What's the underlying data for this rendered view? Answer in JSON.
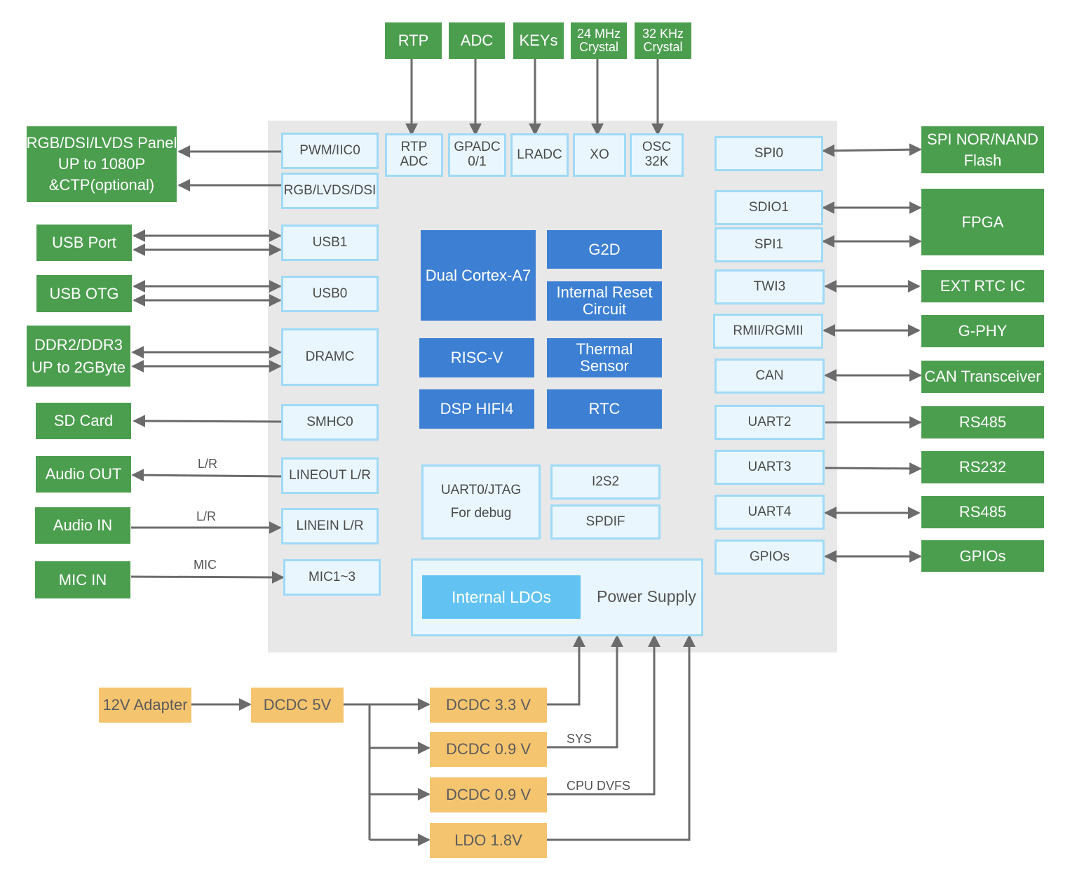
{
  "colors": {
    "peripheral_green": "#4c9e4f",
    "interface_fill": "#eaf6fd",
    "interface_border": "#9fdaf6",
    "core_blue": "#3d80d3",
    "ldo_blue": "#62c3f2",
    "power_orange": "#f5c46f",
    "soc_background": "#e8e8e8",
    "arrow_gray": "#6b6b6b"
  },
  "top_inputs": [
    {
      "l1": "RTP",
      "l2": ""
    },
    {
      "l1": "ADC",
      "l2": ""
    },
    {
      "l1": "KEYs",
      "l2": ""
    },
    {
      "l1": "24 MHz",
      "l2": "Crystal"
    },
    {
      "l1": "32 KHz",
      "l2": "Crystal"
    }
  ],
  "top_interfaces": [
    {
      "l1": "RTP",
      "l2": "ADC"
    },
    {
      "l1": "GPADC",
      "l2": "0/1"
    },
    {
      "l1": "LRADC",
      "l2": ""
    },
    {
      "l1": "XO",
      "l2": ""
    },
    {
      "l1": "OSC",
      "l2": "32K"
    }
  ],
  "left_peripherals": [
    {
      "l1": "RGB/DSI/LVDS Panel",
      "l2": "UP to 1080P",
      "l3": "&CTP(optional)"
    },
    {
      "l1": "USB Port",
      "l2": "",
      "l3": ""
    },
    {
      "l1": "USB OTG",
      "l2": "",
      "l3": ""
    },
    {
      "l1": "DDR2/DDR3",
      "l2": "UP to 2GByte",
      "l3": ""
    },
    {
      "l1": "SD Card",
      "l2": "",
      "l3": ""
    },
    {
      "l1": "Audio OUT",
      "l2": "",
      "l3": ""
    },
    {
      "l1": "Audio IN",
      "l2": "",
      "l3": ""
    },
    {
      "l1": "MIC IN",
      "l2": "",
      "l3": ""
    }
  ],
  "left_interfaces": [
    "PWM/IIC0",
    "RGB/LVDS/DSI",
    "USB1",
    "USB0",
    "DRAMC",
    "SMHC0",
    "LINEOUT L/R",
    "LINEIN L/R",
    "MIC1~3"
  ],
  "left_link_labels": [
    "L/R",
    "L/R",
    "MIC"
  ],
  "right_interfaces": [
    "SPI0",
    "SDIO1",
    "SPI1",
    "TWI3",
    "RMII/RGMII",
    "CAN",
    "UART2",
    "UART3",
    "UART4",
    "GPIOs"
  ],
  "right_peripherals": [
    {
      "l1": "SPI NOR/NAND",
      "l2": "Flash"
    },
    {
      "l1": "FPGA",
      "l2": ""
    },
    {
      "l1": "EXT RTC IC",
      "l2": ""
    },
    {
      "l1": "G-PHY",
      "l2": ""
    },
    {
      "l1": "CAN Transceiver",
      "l2": ""
    },
    {
      "l1": "RS485",
      "l2": ""
    },
    {
      "l1": "RS232",
      "l2": ""
    },
    {
      "l1": "RS485",
      "l2": ""
    },
    {
      "l1": "GPIOs",
      "l2": ""
    }
  ],
  "core_blocks": [
    {
      "l1": "Dual Cortex-A7",
      "l2": ""
    },
    {
      "l1": "G2D",
      "l2": ""
    },
    {
      "l1": "Internal Reset",
      "l2": "Circuit"
    },
    {
      "l1": "RISC-V",
      "l2": ""
    },
    {
      "l1": "Thermal",
      "l2": "Sensor"
    },
    {
      "l1": "DSP HIFI4",
      "l2": ""
    },
    {
      "l1": "RTC",
      "l2": ""
    }
  ],
  "debug_block": {
    "l1": "UART0/JTAG",
    "l2": "For debug"
  },
  "audio_blocks": [
    "I2S2",
    "SPDIF"
  ],
  "power": {
    "ldo_label": "Internal LDOs",
    "supply_label": "Power Supply"
  },
  "power_chain": [
    "12V Adapter",
    "DCDC 5V",
    "DCDC 3.3 V",
    "DCDC 0.9 V",
    "DCDC 0.9 V",
    "LDO 1.8V"
  ],
  "power_rail_labels": [
    "SYS",
    "CPU DVFS"
  ]
}
